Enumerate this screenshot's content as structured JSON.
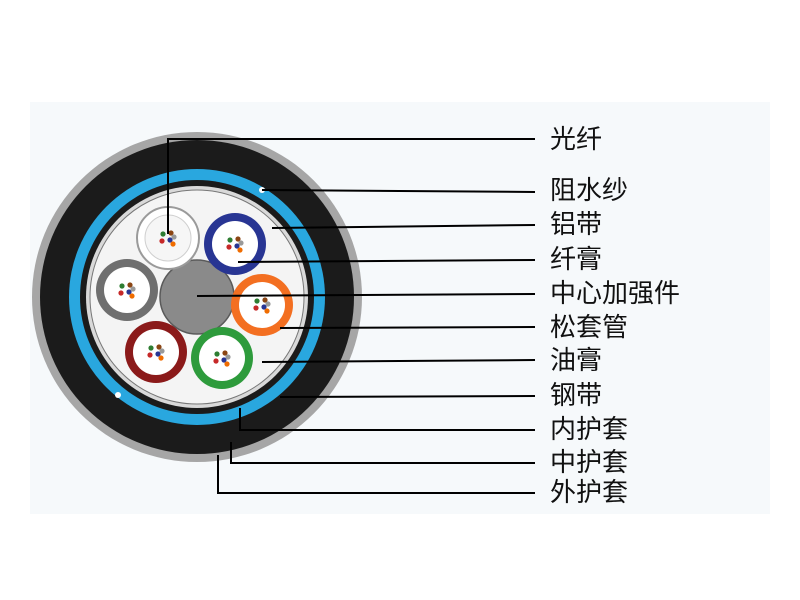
{
  "diagram": {
    "labels": [
      {
        "id": "fiber",
        "text": "光纤"
      },
      {
        "id": "water-block",
        "text": "阻水纱"
      },
      {
        "id": "aluminum-tape",
        "text": "铝带"
      },
      {
        "id": "fiber-grease",
        "text": "纤膏"
      },
      {
        "id": "center-member",
        "text": "中心加强件"
      },
      {
        "id": "loose-tube",
        "text": "松套管"
      },
      {
        "id": "cable-grease",
        "text": "油膏"
      },
      {
        "id": "steel-tape",
        "text": "钢带"
      },
      {
        "id": "inner-sheath",
        "text": "内护套"
      },
      {
        "id": "middle-sheath",
        "text": "中护套"
      },
      {
        "id": "outer-sheath",
        "text": "外护套"
      }
    ],
    "colors": {
      "outer_sheath": "#a6a6a6",
      "black_layer": "#1b1b1b",
      "blue_band": "#29a7df",
      "core_fill": "#f4f4f4",
      "center_member": "#8a8a8a",
      "tube_white": "#ffffff",
      "tube_blue": "#283593",
      "tube_orange": "#f36f21",
      "tube_gray": "#6f6f6f",
      "tube_red": "#8b1a1a",
      "tube_green": "#2e9b3c",
      "leader_line": "#000000"
    }
  }
}
